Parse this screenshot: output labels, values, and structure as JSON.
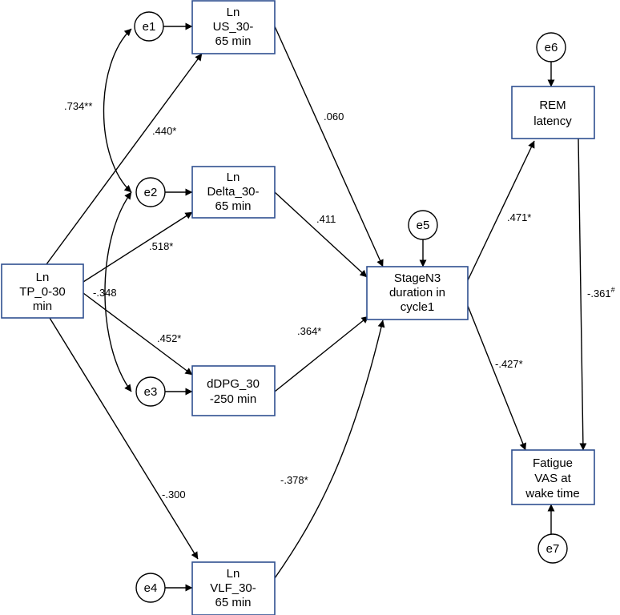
{
  "nodes": {
    "tp": [
      "Ln",
      "TP_0-30",
      "min"
    ],
    "us": [
      "Ln",
      "US_30-",
      "65 min"
    ],
    "delta": [
      "Ln",
      "Delta_30-",
      "65 min"
    ],
    "dpg": [
      "dDPG_30",
      "-250 min"
    ],
    "vlf": [
      "Ln",
      "VLF_30-",
      "65 min"
    ],
    "n3": [
      "StageN3",
      "duration in",
      "cycle1"
    ],
    "rem": [
      "REM",
      "latency"
    ],
    "fatigue": [
      "Fatigue",
      "VAS at",
      "wake time"
    ]
  },
  "errors": {
    "e1": "e1",
    "e2": "e2",
    "e3": "e3",
    "e4": "e4",
    "e5": "e5",
    "e6": "e6",
    "e7": "e7"
  },
  "coefficients": {
    "cov_e1_e2": ".734**",
    "cov_e2_e3": "-.348",
    "tp_us": ".440*",
    "tp_delta": ".518*",
    "tp_dpg": ".452*",
    "tp_vlf": "-.300",
    "us_n3": ".060",
    "delta_n3": ".411",
    "dpg_n3": ".364*",
    "vlf_n3": "-.378*",
    "n3_rem": ".471*",
    "n3_fatigue": "-.427*",
    "rem_fatigue": "-.361",
    "rem_fatigue_sup": "#"
  }
}
